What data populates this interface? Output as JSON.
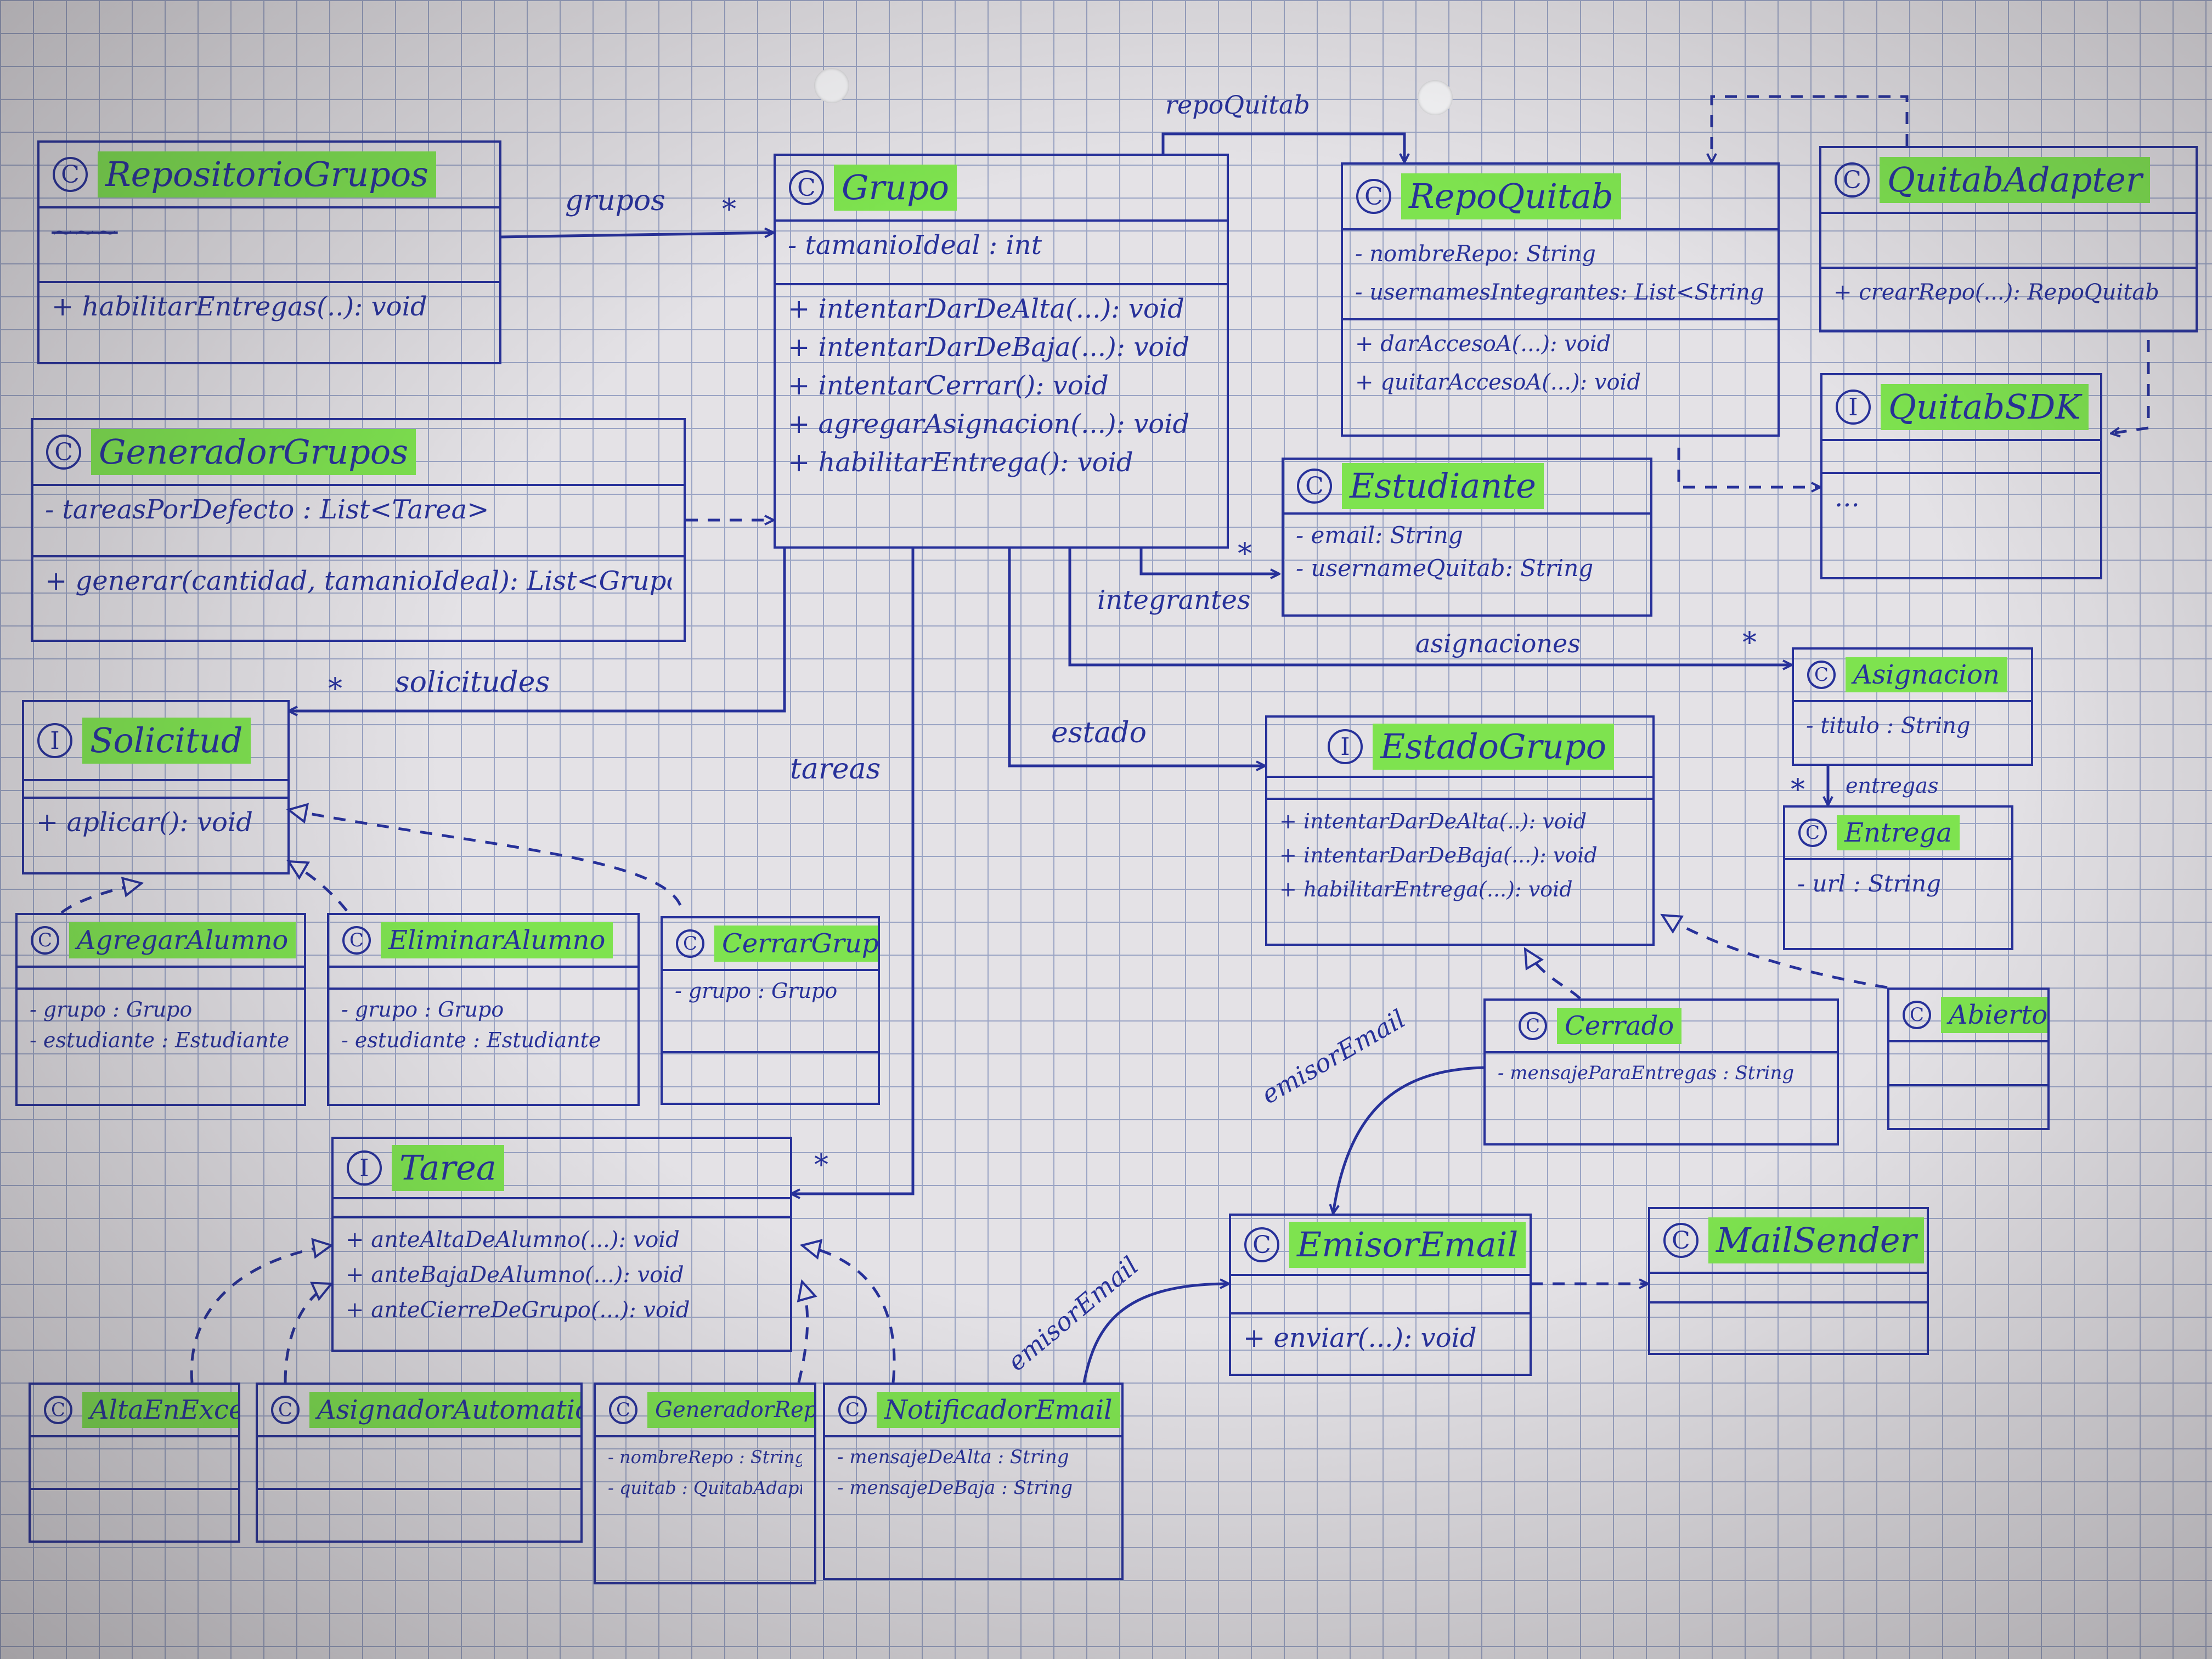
{
  "classes": {
    "repositorio_grupos": {
      "badge": "C",
      "name": "RepositorioGrupos",
      "attrs": [
        "~~~"
      ],
      "methods": [
        "+ habilitarEntregas(..): void"
      ]
    },
    "grupo": {
      "badge": "C",
      "name": "Grupo",
      "attrs": [
        "- tamanioIdeal : int"
      ],
      "methods": [
        "+ intentarDarDeAlta(...): void",
        "+ intentarDarDeBaja(...): void",
        "+ intentarCerrar(): void",
        "+ agregarAsignacion(...): void",
        "+ habilitarEntrega(): void"
      ]
    },
    "repo_quitab": {
      "badge": "C",
      "name": "RepoQuitab",
      "attrs": [
        "- nombreRepo: String",
        "- usernamesIntegrantes: List<String>"
      ],
      "methods": [
        "+ darAccesoA(...): void",
        "+ quitarAccesoA(...): void"
      ]
    },
    "quitab_adapter": {
      "badge": "C",
      "name": "QuitabAdapter",
      "attrs": [],
      "methods": [
        "+ crearRepo(...): RepoQuitab"
      ]
    },
    "quitab_sdk": {
      "badge": "I",
      "name": "QuitabSDK",
      "attrs": [],
      "methods": [
        "..."
      ]
    },
    "generador_grupos": {
      "badge": "C",
      "name": "GeneradorGrupos",
      "attrs": [
        "- tareasPorDefecto : List<Tarea>"
      ],
      "methods": [
        "+ generar(cantidad, tamanioIdeal): List<Grupo>"
      ]
    },
    "estudiante": {
      "badge": "C",
      "name": "Estudiante",
      "attrs": [
        "- email: String",
        "- usernameQuitab: String"
      ],
      "methods": []
    },
    "solicitud": {
      "badge": "I",
      "name": "Solicitud",
      "attrs": [],
      "methods": [
        "+ aplicar(): void"
      ]
    },
    "asignacion": {
      "badge": "C",
      "name": "Asignacion",
      "attrs": [
        "- titulo : String"
      ],
      "methods": []
    },
    "entrega": {
      "badge": "C",
      "name": "Entrega",
      "attrs": [
        "- url : String"
      ],
      "methods": []
    },
    "estado_grupo": {
      "badge": "I",
      "name": "EstadoGrupo",
      "attrs": [],
      "methods": [
        "+ intentarDarDeAlta(..): void",
        "+ intentarDarDeBaja(...): void",
        "+ habilitarEntrega(...): void"
      ]
    },
    "agregar_alumno": {
      "badge": "C",
      "name": "AgregarAlumno",
      "attrs": [
        "- grupo : Grupo",
        "- estudiante : Estudiante"
      ],
      "methods": []
    },
    "eliminar_alumno": {
      "badge": "C",
      "name": "EliminarAlumno",
      "attrs": [
        "- grupo : Grupo",
        "- estudiante : Estudiante"
      ],
      "methods": []
    },
    "cerrar_grupo": {
      "badge": "C",
      "name": "CerrarGrupo",
      "attrs": [
        "- grupo : Grupo"
      ],
      "methods": []
    },
    "cerrado": {
      "badge": "C",
      "name": "Cerrado",
      "attrs": [
        "- mensajeParaEntregas : String"
      ],
      "methods": []
    },
    "abierto": {
      "badge": "C",
      "name": "Abierto",
      "attrs": [],
      "methods": []
    },
    "tarea": {
      "badge": "I",
      "name": "Tarea",
      "attrs": [],
      "methods": [
        "+ anteAltaDeAlumno(...): void",
        "+ anteBajaDeAlumno(...): void",
        "+ anteCierreDeGrupo(...): void"
      ]
    },
    "emisor_email": {
      "badge": "C",
      "name": "EmisorEmail",
      "attrs": [],
      "methods": [
        "+ enviar(...): void"
      ]
    },
    "mail_sender": {
      "badge": "C",
      "name": "MailSender",
      "attrs": [],
      "methods": []
    },
    "alta_en_excel": {
      "badge": "C",
      "name": "AltaEnExcel",
      "attrs": [],
      "methods": []
    },
    "asignador_automatico": {
      "badge": "C",
      "name": "AsignadorAutomatico",
      "attrs": [],
      "methods": []
    },
    "generador_repo": {
      "badge": "C",
      "name": "GeneradorRepo",
      "attrs": [
        "- nombreRepo : String",
        "- quitab : QuitabAdapter"
      ],
      "methods": []
    },
    "notificador_email": {
      "badge": "C",
      "name": "NotificadorEmail",
      "attrs": [
        "- mensajeDeAlta : String",
        "- mensajeDeBaja : String"
      ],
      "methods": []
    }
  },
  "labels": {
    "grupos": "grupos",
    "grupos_mult": "*",
    "repo_quitab": "repoQuitab",
    "solicitudes": "solicitudes",
    "solicitudes_mult": "*",
    "integrantes": "integrantes",
    "integrantes_mult": "*",
    "asignaciones": "asignaciones",
    "asignaciones_mult": "*",
    "tareas": "tareas",
    "tareas_mult": "*",
    "estado": "estado",
    "entregas": "entregas",
    "entregas_mult": "*",
    "emisor_email_1": "emisorEmail",
    "emisor_email_2": "emisorEmail"
  },
  "colors": {
    "ink": "#27319a",
    "highlight": "#7ee34f",
    "paper": "#e4e2e6"
  }
}
